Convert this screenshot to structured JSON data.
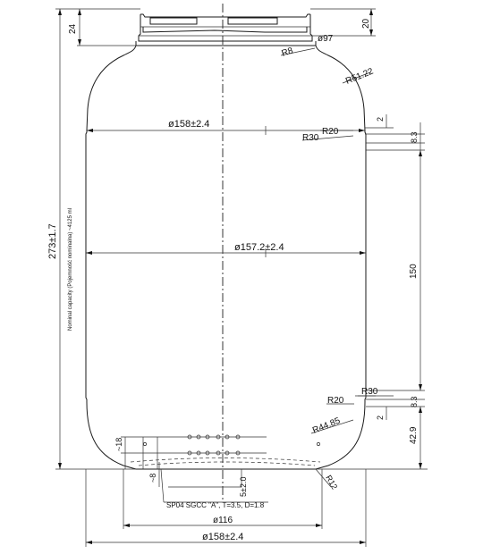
{
  "dimensions": {
    "total_height": "273±1.7",
    "neck_height": "24",
    "finish_height": "20",
    "mouth_diameter": "ø97",
    "neck_radius": "R8",
    "shoulder_radius": "R51.22",
    "shoulder_diameter": "ø158±2.4",
    "body_diameter": "ø157.2±2.4",
    "upper_r20": "R20",
    "upper_r30": "R30",
    "upper_step": "2",
    "upper_offset": "8.3",
    "body_height": "150",
    "lower_r20": "R20",
    "lower_r30": "R30",
    "lower_offset": "8.3",
    "lower_step": "2",
    "heel_radius": "R44.85",
    "heel_height": "42.9",
    "base_dim_18": "~18",
    "base_dim_8": "~8",
    "base_dim_5": "5±2.0",
    "base_radius": "R12",
    "base_diameter": "ø116",
    "overall_diameter": "ø158±2.4"
  },
  "notes": {
    "capacity": "Nominal capacity (Pojemność nominalna) ~4125 ml",
    "spec": "SP04 SGCC \"A\", T=3.5, D=1.8"
  }
}
